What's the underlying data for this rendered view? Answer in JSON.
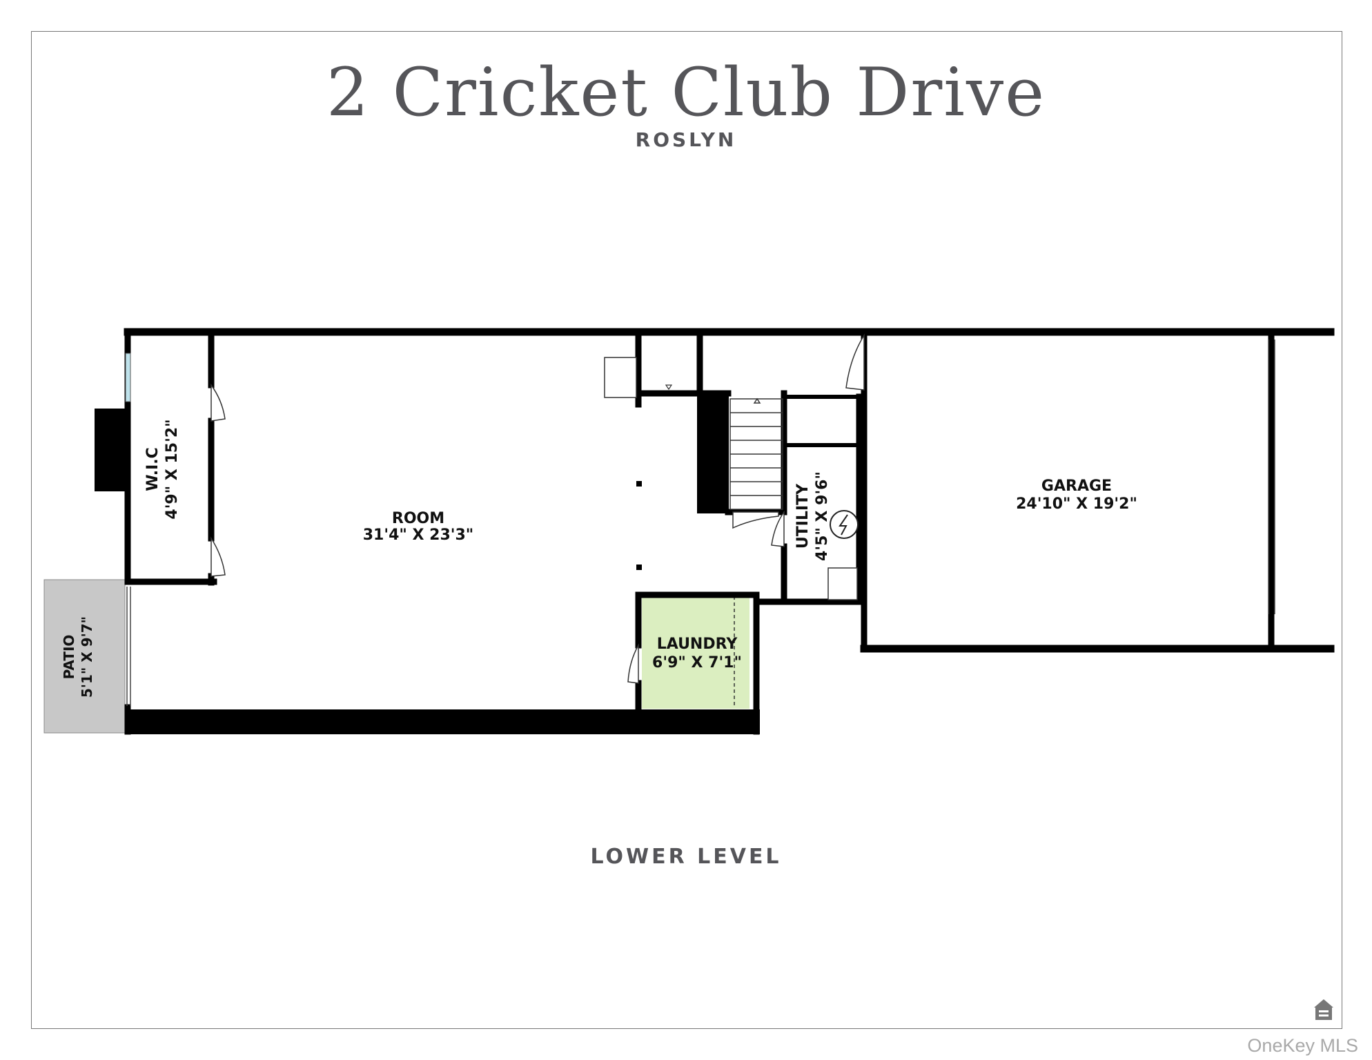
{
  "title": "2 Cricket Club Drive",
  "subtitle": "ROSLYN",
  "level_label": "LOWER LEVEL",
  "watermark": "OneKey MLS",
  "colors": {
    "wall": "#000000",
    "laundry_fill": "#dbeec0",
    "patio_fill": "#c8c8c8",
    "window": "#bfe3ec",
    "text": "#555559"
  },
  "icons": {
    "utility": "electric-meter-icon",
    "equal_housing": "equal-housing-icon"
  },
  "rooms": {
    "wic": {
      "name": "W.I.C",
      "dims": "4'9\" X 15'2\""
    },
    "room": {
      "name": "ROOM",
      "dims": "31'4\" X 23'3\""
    },
    "utility": {
      "name": "UTILITY",
      "dims": "4'5\" X 9'6\""
    },
    "garage": {
      "name": "GARAGE",
      "dims": "24'10\" X 19'2\""
    },
    "laundry": {
      "name": "LAUNDRY",
      "dims": "6'9\" X 7'1\""
    },
    "patio": {
      "name": "PATIO",
      "dims": "5'1\" X 9'7\""
    }
  }
}
